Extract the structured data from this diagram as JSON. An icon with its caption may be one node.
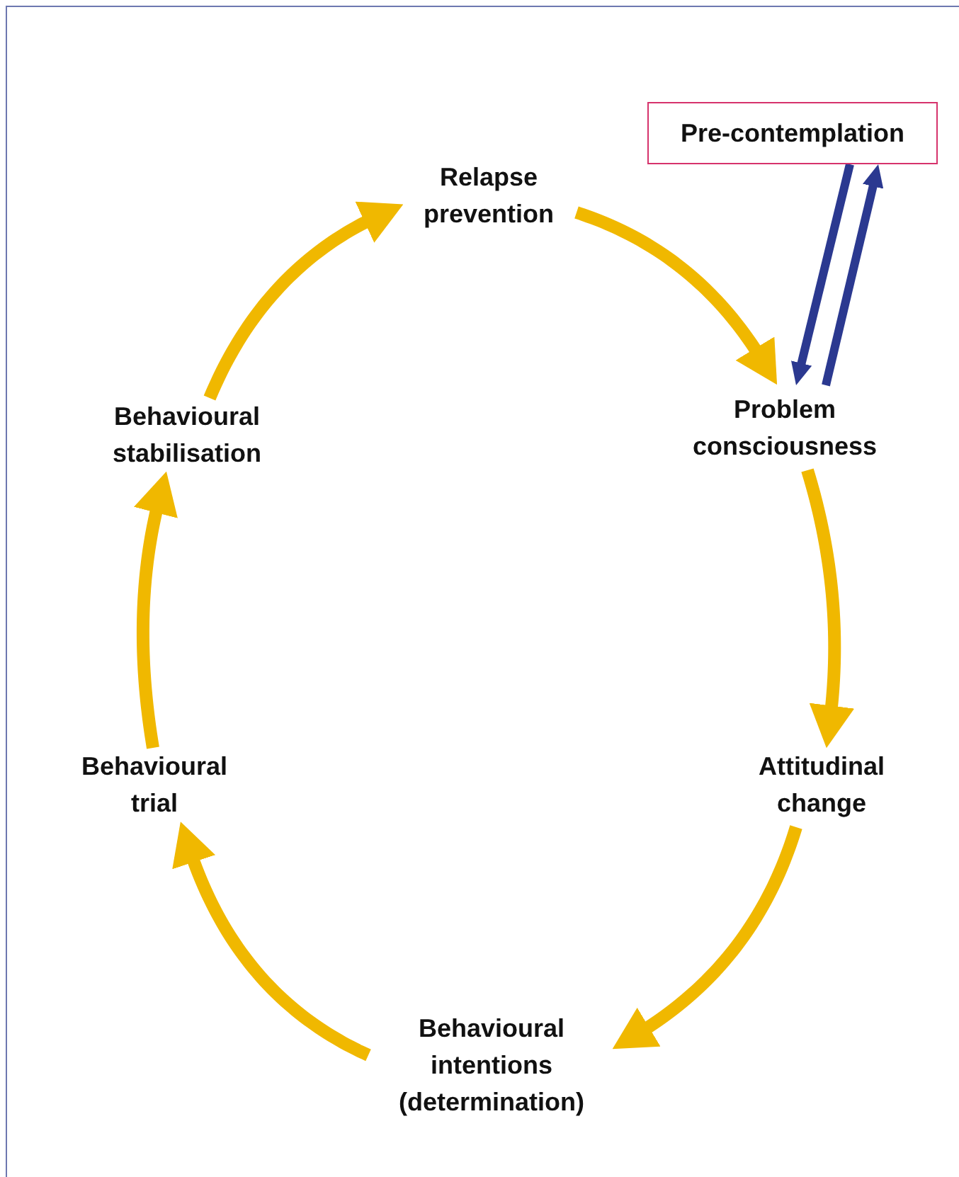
{
  "diagram": {
    "nodes": [
      {
        "text": [
          "Pre-contemplation"
        ]
      },
      {
        "text": [
          "Relapse prevention"
        ]
      },
      {
        "text": [
          "Problem consciousness"
        ]
      },
      {
        "text": [
          "Attitudinal change"
        ]
      },
      {
        "text": [
          "Behavioural intentions (determination)"
        ]
      },
      {
        "text": [
          "Behavioural trial"
        ]
      },
      {
        "text": [
          "Behavioural stabilisation"
        ]
      }
    ],
    "edges": [
      {
        "from": 1,
        "to": 2,
        "arrow": "to"
      },
      {
        "from": 2,
        "to": 3,
        "arrow": "to"
      },
      {
        "from": 3,
        "to": 4,
        "arrow": "to"
      },
      {
        "from": 4,
        "to": 5,
        "arrow": "to"
      },
      {
        "from": 5,
        "to": 6,
        "arrow": "to"
      },
      {
        "from": 6,
        "to": 1,
        "arrow": "to"
      },
      {
        "from": 0,
        "to": 2,
        "arrow": "to",
        "color": "#2b3990"
      },
      {
        "from": 2,
        "to": 0,
        "arrow": "to",
        "color": "#2b3990"
      }
    ]
  }
}
